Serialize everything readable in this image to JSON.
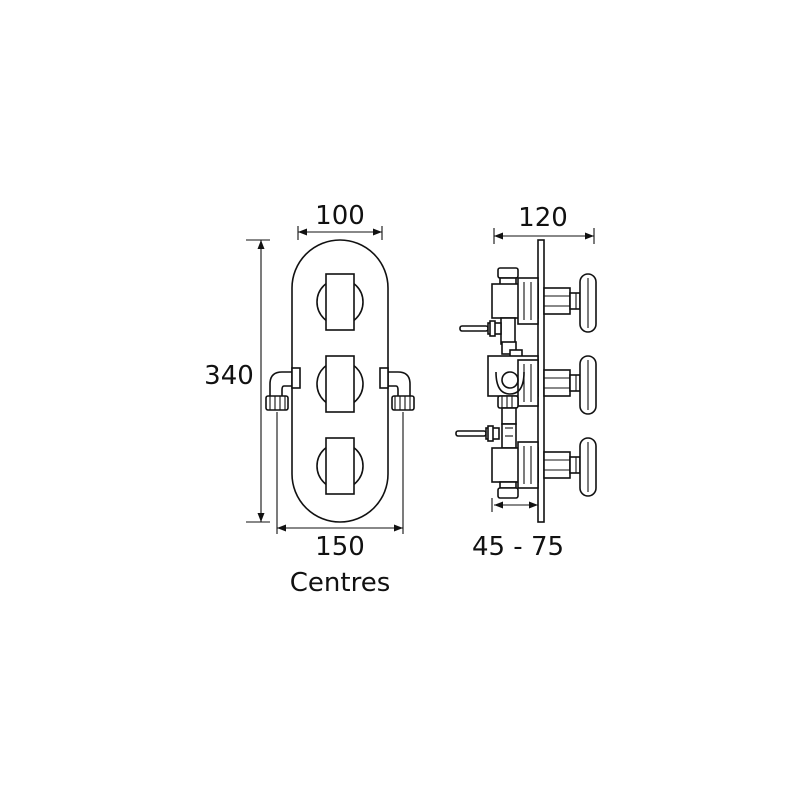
{
  "front_view": {
    "width_label": "100",
    "height_label": "340",
    "centres_value": "150",
    "centres_caption": "Centres"
  },
  "side_view": {
    "depth_label": "120",
    "adjust_label": "45 - 75"
  },
  "colors": {
    "line": "#111111",
    "background": "#ffffff"
  }
}
